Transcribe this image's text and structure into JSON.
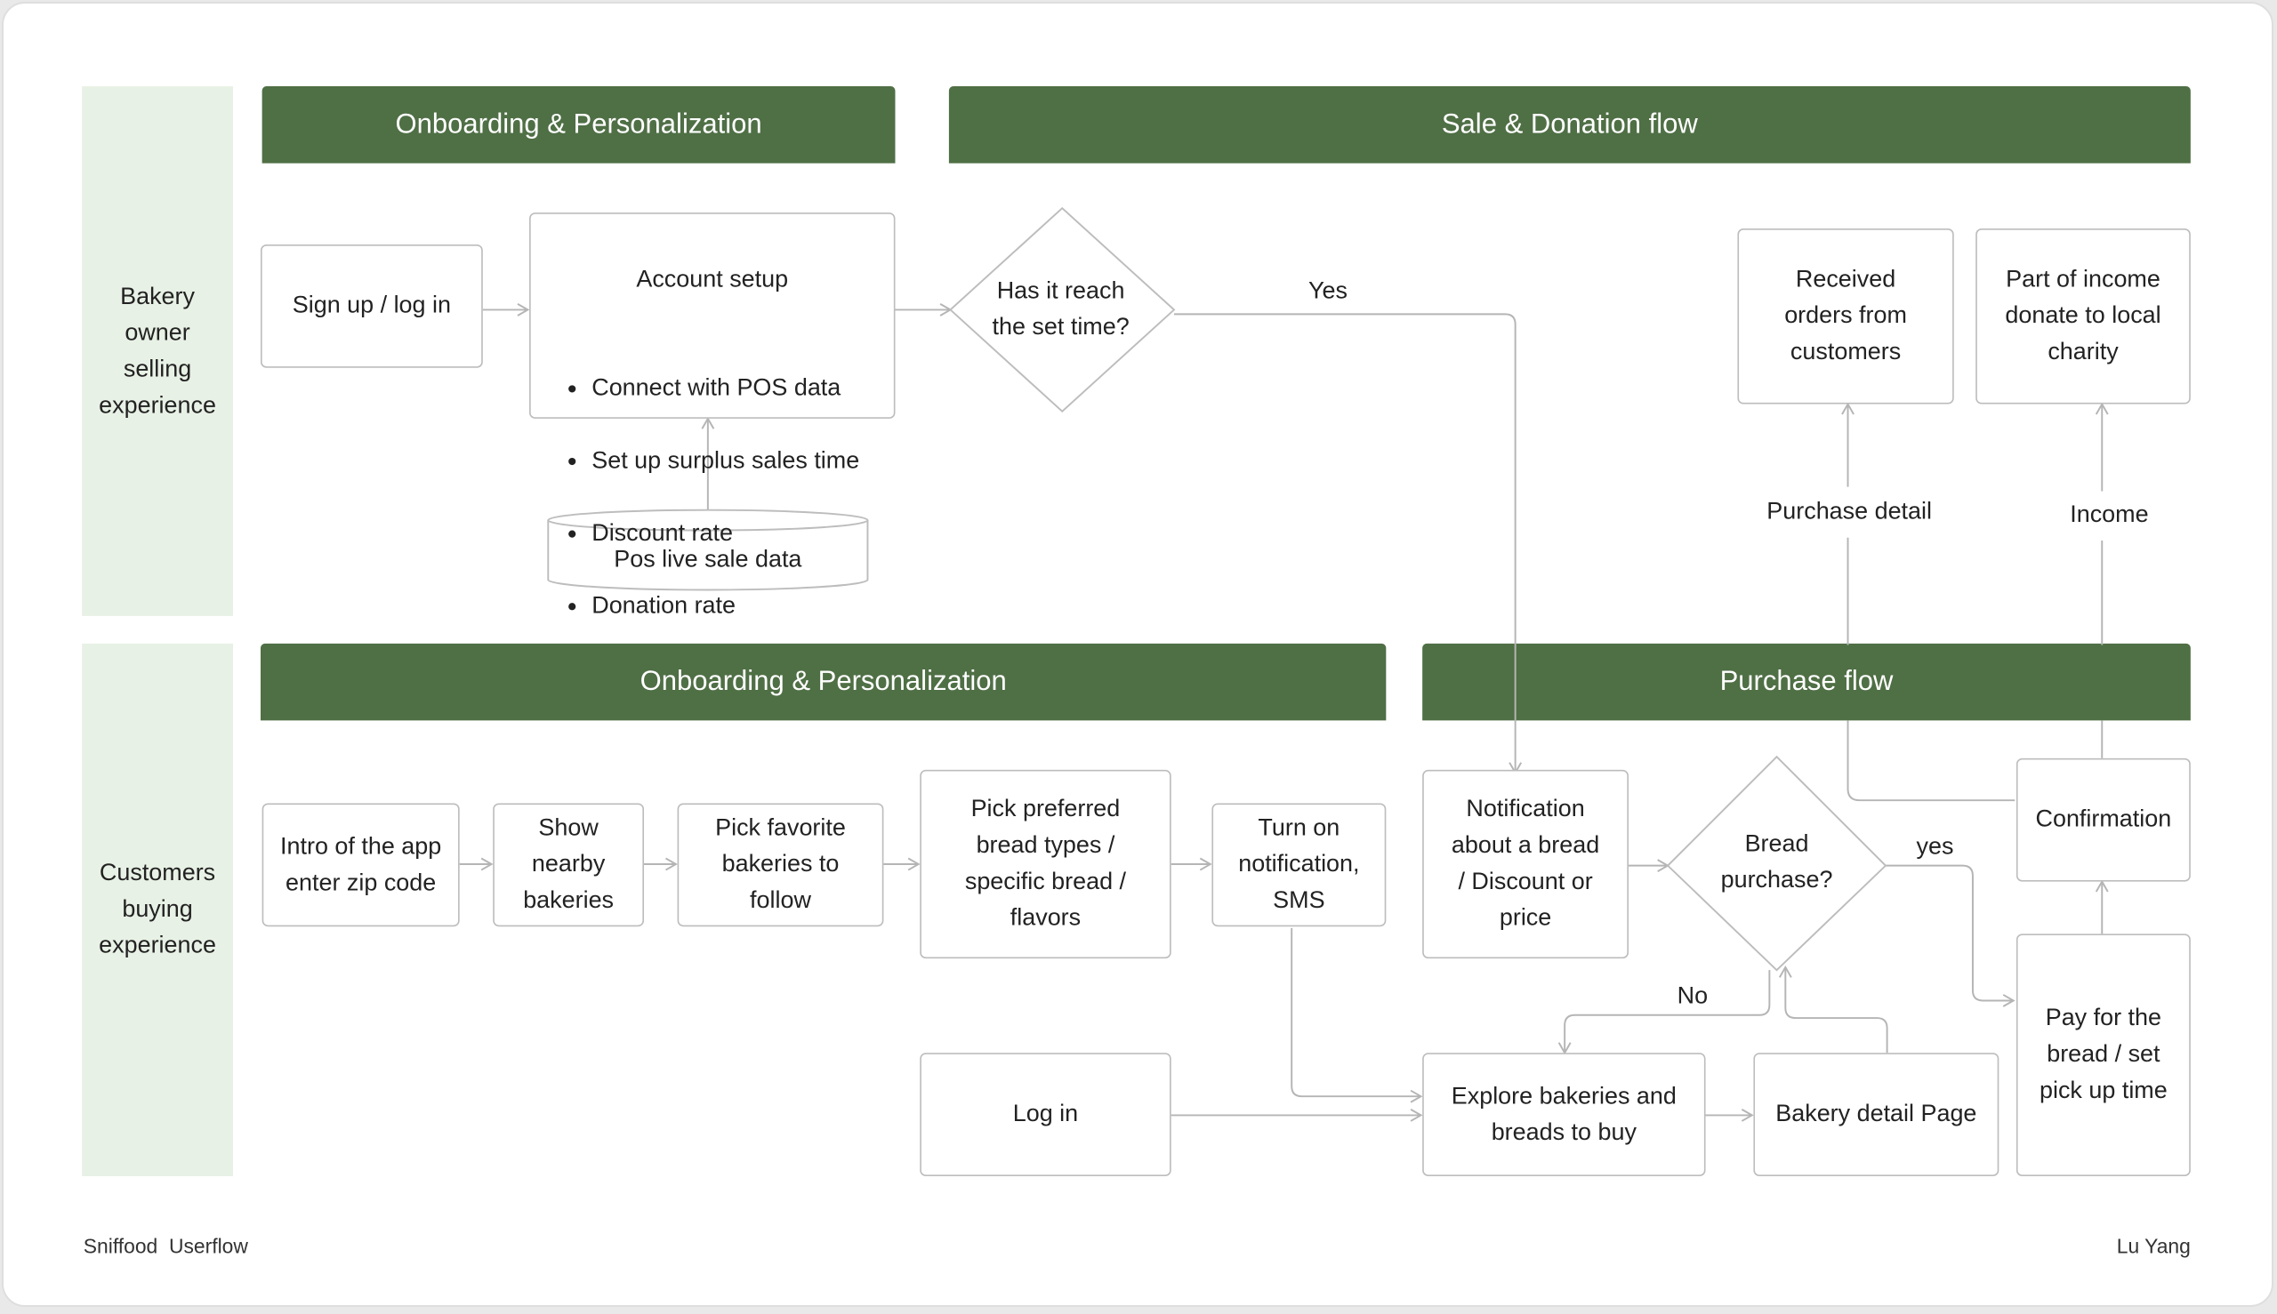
{
  "lanes": {
    "bakery": "Bakery\nowner\nselling\nexperience",
    "customer": "Customers\nbuying\nexperience"
  },
  "sections": {
    "bakery_onboarding": "Onboarding & Personalization",
    "sale_donation": "Sale & Donation flow",
    "customer_onboarding": "Onboarding & Personalization",
    "purchase_flow": "Purchase flow"
  },
  "nodes": {
    "sign_up": "Sign up / log in",
    "account_setup": {
      "title": "Account setup",
      "items": [
        "Connect with POS data",
        "Set up surplus sales time",
        "Discount rate",
        "Donation rate"
      ]
    },
    "pos_data": "Pos live sale data",
    "set_time_decision": "Has it reach\nthe set time?",
    "received_orders": "Received\norders from\ncustomers",
    "donate_income": "Part of income\ndonate to local\ncharity",
    "intro_app": "Intro of the app\nenter zip code",
    "show_nearby": "Show\nnearby\nbakeries",
    "pick_favorite": "Pick favorite\nbakeries to\nfollow",
    "pick_bread": "Pick preferred\nbread types /\nspecific bread /\nflavors",
    "turn_on_notification": "Turn on\nnotification,\nSMS",
    "log_in": "Log in",
    "notification": "Notification\nabout a bread\n/ Discount or\nprice",
    "bread_purchase": "Bread\npurchase?",
    "confirmation": "Confirmation",
    "pay_bread": "Pay for the\nbread / set\npick up time",
    "explore": "Explore bakeries and\nbreads to buy",
    "bakery_detail": "Bakery detail Page"
  },
  "edge_labels": {
    "yes_upper": "Yes",
    "purchase_detail": "Purchase detail",
    "income": "Income",
    "yes_lower": "yes",
    "no": "No"
  },
  "footer": {
    "title": "Sniffood  Userflow",
    "author": "Lu Yang"
  },
  "colors": {
    "header_green": "#4f6f45",
    "lane_green": "#e8f1e5",
    "connector_gray": "#b5b5b5"
  }
}
